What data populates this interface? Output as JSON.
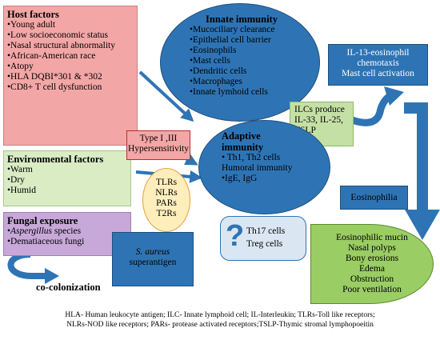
{
  "host_factors": {
    "title": "Host factors",
    "items": [
      "•Young adult",
      "•Low socioeconomic status",
      "•Nasal structural abnormality",
      "•African-American race",
      "•Atopy",
      "•HLA DQBI*301 & *302",
      "•CD8+ T cell dysfunction"
    ]
  },
  "environmental_factors": {
    "title": "Environmental factors",
    "items": [
      "•Warm",
      "•Dry",
      "•Humid"
    ]
  },
  "fungal_exposure": {
    "title": "Fungal exposure",
    "items": [
      {
        "bullet": "•",
        "text": "Aspergillus",
        "suffix": " species"
      },
      {
        "bullet": "•",
        "text": "Dematiaceous fungi",
        "suffix": ""
      }
    ]
  },
  "co_colonization": "co-colonization",
  "innate_immunity": {
    "title": "Innate immunity",
    "items": [
      "•Mucociliary clearance",
      "•Epithelial cell barrier",
      "•Eosinophils",
      "•Mast cells",
      "•Dendritic cells",
      "•Macrophages",
      "•Innate lymhoid cells"
    ]
  },
  "il13_box": {
    "lines": [
      "IL-13-eosinophil",
      "chemotaxis",
      "Mast cell activation"
    ]
  },
  "ilc_box": {
    "lines": [
      "ILCs produce",
      "IL-33, IL-25,",
      "TSLP"
    ]
  },
  "hypersensitivity": {
    "lines": [
      "Type I ,III",
      "Hypersensitivity"
    ]
  },
  "receptors": [
    "TLRs",
    "NLRs",
    "PARs",
    "T2Rs"
  ],
  "adaptive_immunity": {
    "title_lines": [
      "Adaptive",
      "immunity"
    ],
    "items": [
      "• Th1, Th2 cells",
      "Humoral immunity",
      "•IgE, IgG"
    ]
  },
  "th17_box": {
    "symbol": "?",
    "lines": [
      "Th17 cells",
      "Treg cells"
    ]
  },
  "s_aureus": {
    "lines": [
      "S. aureus",
      "superantigen"
    ]
  },
  "eosinophilia": "Eosinophilia",
  "outcomes": [
    "Eosinophilic mucin",
    "Nasal polyps",
    "Bony erosions",
    "Edema",
    "Obstruction",
    "Poor ventilation"
  ],
  "footnote": {
    "lines": [
      "HLA- Human leukocyte antigen; ILC- Innate lymphoid cell; IL-Interleukin; TLRs-Toll like receptors;",
      "NLRs-NOD like receptors; PARs- protease activated receptors;TSLP-Thymic stromal lymphopoeitin"
    ]
  },
  "colors": {
    "host_bg": "#f3a6a6",
    "env_bg": "#d9ecc4",
    "fungal_bg": "#c8a8d8",
    "blue": "#2e74b5",
    "blue_dark": "#1f4e79",
    "green_bg": "#9acd63",
    "yellow_bg": "#fdeebc",
    "yellow_border": "#e2a03a",
    "ilc_bg": "#c5e0a5",
    "th17_bg": "#dae6f2"
  }
}
